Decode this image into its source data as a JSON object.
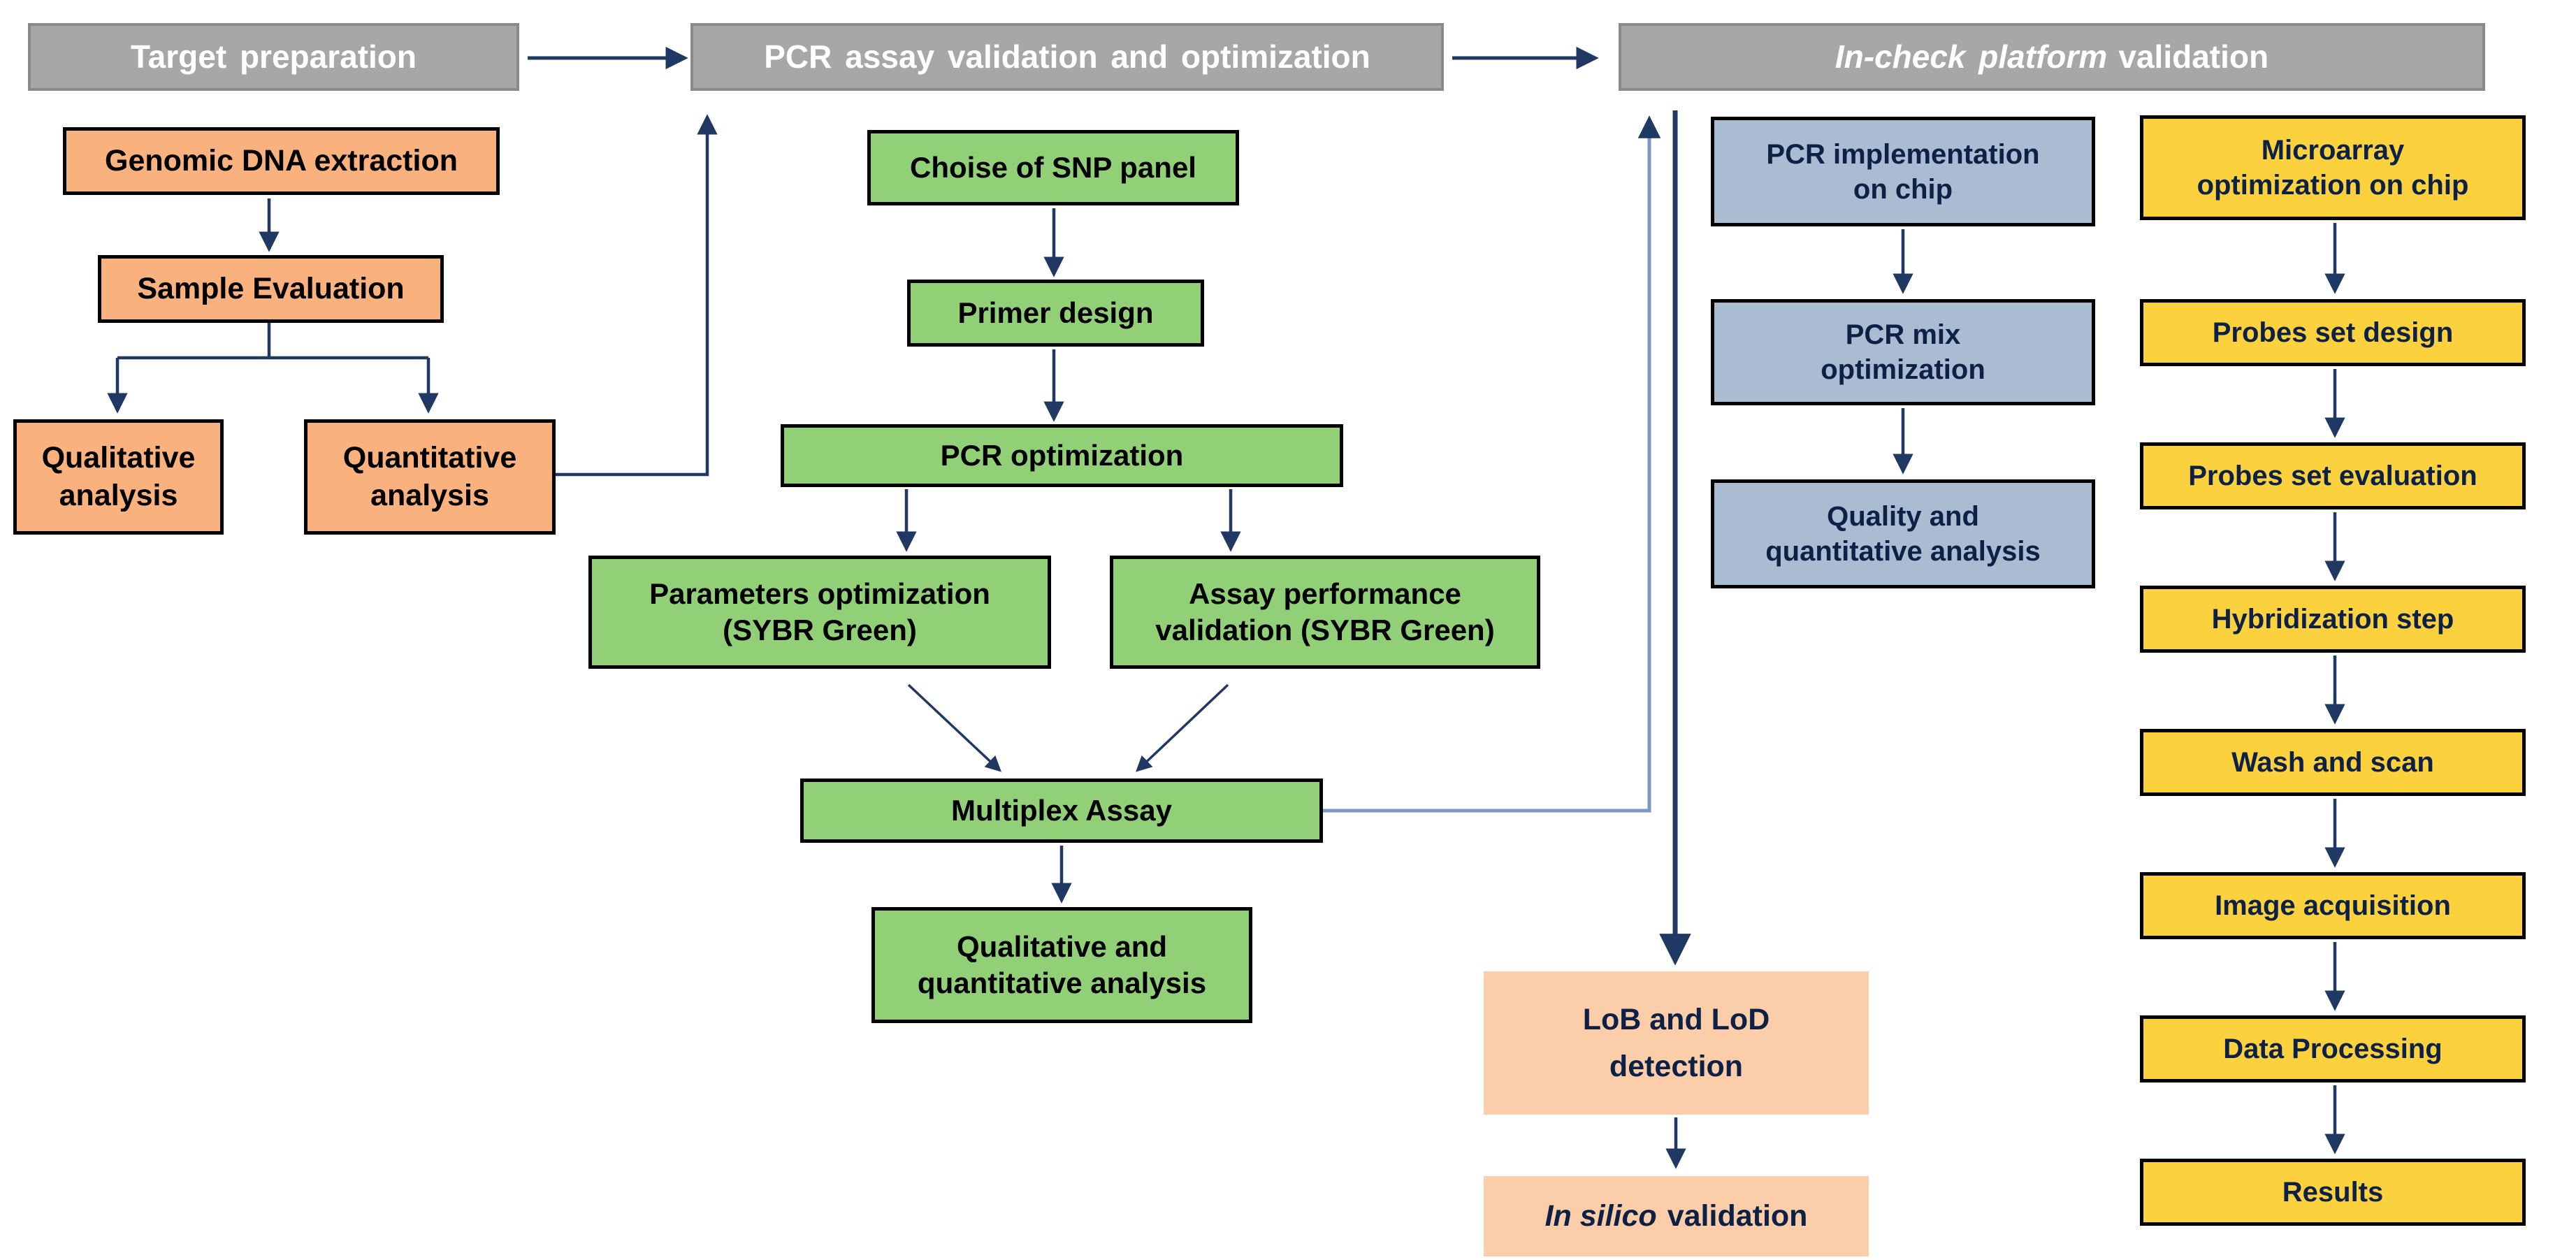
{
  "palette": {
    "header_fill": "#a7a7a7",
    "header_border": "#8a8a8a",
    "header_text": "#ffffff",
    "orange_fill": "#f9b27e",
    "peach_fill": "#fbcda9",
    "green_fill": "#92d077",
    "slate_fill": "#a9bcd1",
    "yellow_fill": "#fcd13e",
    "box_border": "#000000",
    "arrow_navy": "#1f3864",
    "arrow_steel": "#7e96c3",
    "dark_text": "#0d2146",
    "black_text": "#000000"
  },
  "headers": {
    "target_preparation": "Target preparation",
    "pcr_assay_validation": "PCR assay validation and optimization",
    "incheck_platform_italic": "In-check platform",
    "incheck_platform_rest": "validation"
  },
  "boxes": {
    "genomic_dna_extraction": "Genomic DNA extraction",
    "sample_evaluation": "Sample Evaluation",
    "qualitative_analysis": "Qualitative\nanalysis",
    "quantitative_analysis": "Quantitative\nanalysis",
    "choise_of_snp_panel": "Choise of SNP panel",
    "primer_design": "Primer design",
    "pcr_optimization": "PCR optimization",
    "parameters_optimization": "Parameters optimization\n(SYBR Green)",
    "assay_performance_validation": "Assay performance\nvalidation (SYBR Green)",
    "multiplex_assay": "Multiplex Assay",
    "qualitative_quantitative_analysis": "Qualitative and\nquantitative analysis",
    "pcr_implementation_on_chip": "PCR implementation\non chip",
    "pcr_mix_optimization": "PCR mix\noptimization",
    "quality_quantitative_analysis": "Quality and\nquantitative analysis",
    "lob_lod_detection": "LoB and LoD\ndetection",
    "in_silico_italic": "In silico",
    "in_silico_rest": "validation",
    "microarray_optimization_on_chip": "Microarray\noptimization on chip",
    "probes_set_design": "Probes set design",
    "probes_set_evaluation": "Probes set evaluation",
    "hybridization_step": "Hybridization step",
    "wash_and_scan": "Wash and scan",
    "image_acquisition": "Image acquisition",
    "data_processing": "Data Processing",
    "results": "Results"
  }
}
